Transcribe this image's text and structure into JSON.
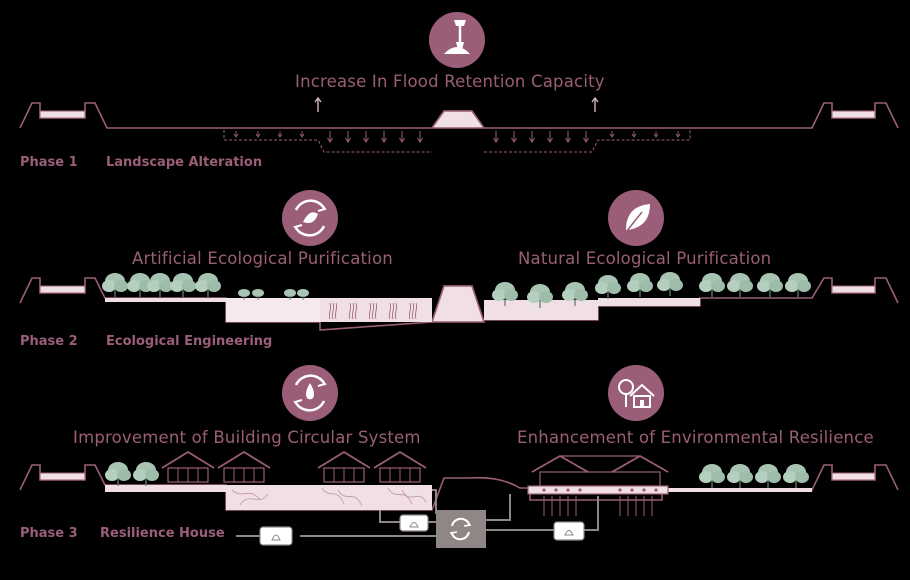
{
  "colors": {
    "accent": "#9b5e78",
    "fill": "#f1dfe6",
    "tree": "#a7c4b2",
    "grey": "#8f8686",
    "background": "#000000"
  },
  "phase1": {
    "title": "Increase In Flood Retention Capacity",
    "icon": "shovel-soil-icon",
    "phase_label": "Phase 1",
    "phase_name": "Landscape Alteration"
  },
  "phase2": {
    "left_title": "Artificial Ecological Purification",
    "left_icon": "leaf-recycle-icon",
    "right_title": "Natural Ecological Purification",
    "right_icon": "leaf-icon",
    "phase_label": "Phase 2",
    "phase_name": "Ecological Engineering"
  },
  "phase3": {
    "left_title": "Improvement of Building Circular System",
    "left_icon": "water-recycle-icon",
    "right_title": "Enhancement of Environmental Resilience",
    "right_icon": "house-tree-icon",
    "phase_label": "Phase 3",
    "phase_name": "Resilience House"
  }
}
